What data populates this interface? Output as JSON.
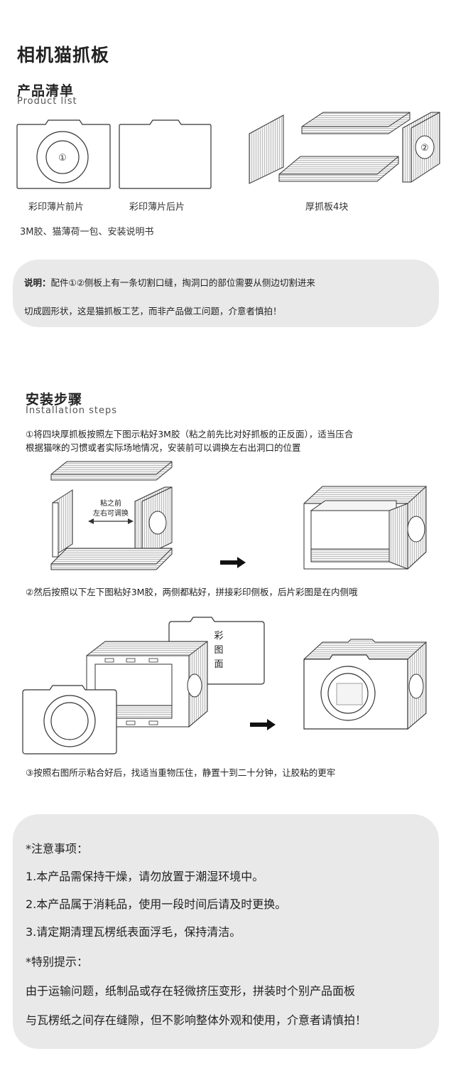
{
  "page_title": "相机猫抓板",
  "product_list": {
    "title": "产品清单",
    "subtitle": "Product list",
    "items": [
      {
        "label": "彩印薄片前片",
        "marker": "①"
      },
      {
        "label": "彩印薄片后片"
      },
      {
        "label": "厚抓板4块",
        "marker": "②"
      }
    ],
    "extras": "3M胶、猫薄荷一包、安装说明书"
  },
  "note": {
    "prefix": "说明：",
    "line1": "配件①②侧板上有一条切割口缝，掏洞口的部位需要从侧边切割进来",
    "line2": "切成圆形状，这是猫抓板工艺，而非产品做工问题，介意者慎拍！"
  },
  "install": {
    "title": "安装步骤",
    "subtitle": "Installation steps",
    "step1_line1": "①将四块厚抓板按照左下图示粘好3M胶（粘之前先比对好抓板的正反面），适当压合",
    "step1_line2": "根据猫咪的习惯或者实际场地情况，安装前可以调换左右出洞口的位置",
    "diagram1_label1": "粘之前",
    "diagram1_label2": "左右可调换",
    "step2": "②然后按照以下左下图粘好3M胶，两侧都粘好，拼接彩印侧板，后片彩图是在内侧哦",
    "diagram2_label": [
      "彩",
      "图",
      "面"
    ],
    "step3": "③按照右图所示粘合好后，找适当重物压住，静置十到二十分钟，让胶粘的更牢"
  },
  "tips": {
    "notice_title": "*注意事项：",
    "items": [
      "1.本产品需保持干燥，请勿放置于潮湿环境中。",
      "2.本产品属于消耗品，使用一段时间后请及时更换。",
      "3.请定期清理瓦楞纸表面浮毛，保持清洁。"
    ],
    "special_title": "*特别提示：",
    "special_line1": "由于运输问题，纸制品或存在轻微挤压变形，拼装时个别产品面板",
    "special_line2": "与瓦楞纸之间存在缝隙，但不影响整体外观和使用，介意者请慎拍！"
  },
  "colors": {
    "background": "#ffffff",
    "box": "#e9e9e9",
    "text": "#222222",
    "line": "#333333"
  }
}
